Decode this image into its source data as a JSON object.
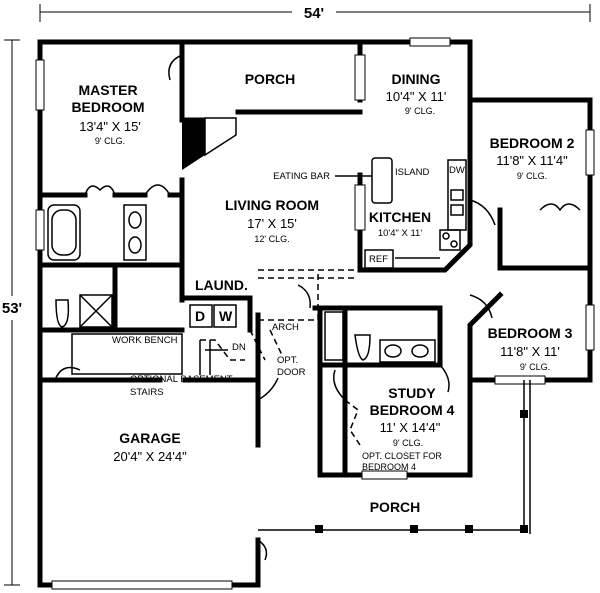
{
  "dimensions": {
    "width": "54'",
    "depth": "53'"
  },
  "rooms": {
    "master": {
      "name_1": "MASTER",
      "name_2": "BEDROOM",
      "size": "13'4\" X 15'",
      "clg": "9' CLG."
    },
    "porch_top": {
      "name": "PORCH"
    },
    "dining": {
      "name": "DINING",
      "size": "10'4\" X 11'",
      "clg": "9' CLG."
    },
    "bedroom2": {
      "name": "BEDROOM 2",
      "size": "11'8\" X 11'4\"",
      "clg": "9' CLG."
    },
    "living": {
      "name": "LIVING ROOM",
      "size": "17' X 15'",
      "clg": "12' CLG."
    },
    "kitchen": {
      "name": "KITCHEN",
      "size": "10'4\" X 11'"
    },
    "laundry": {
      "name": "LAUND."
    },
    "bedroom3": {
      "name": "BEDROOM 3",
      "size": "11'8\" X 11'",
      "clg": "9' CLG."
    },
    "study": {
      "name_1": "STUDY",
      "name_2": "BEDROOM 4",
      "size": "11' X 14'4\"",
      "clg": "9' CLG."
    },
    "garage": {
      "name": "GARAGE",
      "size": "20'4\" X 24'4\""
    },
    "porch_bottom": {
      "name": "PORCH"
    }
  },
  "labels": {
    "eating_bar": "EATING BAR",
    "island": "ISLAND",
    "dw": "DW",
    "ref": "REF",
    "dryer": "D",
    "washer": "W",
    "arch": "ARCH",
    "work_bench": "WORK BENCH",
    "dn": "DN",
    "basement_1": "OPTIONAL BASEMENT",
    "basement_2": "STAIRS",
    "opt_door_1": "OPT.",
    "opt_door_2": "DOOR",
    "opt_closet_1": "OPT. CLOSET FOR",
    "opt_closet_2": "BEDROOM 4"
  }
}
